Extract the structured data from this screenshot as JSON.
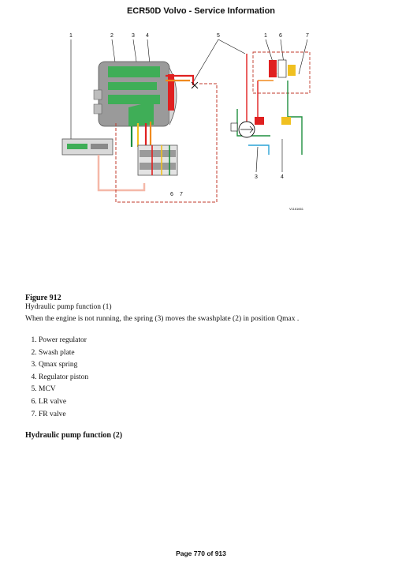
{
  "header": {
    "title": "ECR50D Volvo - Service Information"
  },
  "figure": {
    "callouts_top": [
      "1",
      "2",
      "3",
      "4",
      "5",
      "1",
      "6",
      "7"
    ],
    "callouts_bottom": [
      "6",
      "7",
      "3",
      "4"
    ],
    "image_code": "V1161661",
    "colors": {
      "pressure": "#e02020",
      "pilot": "#f08a1e",
      "load": "#1e8f3e",
      "drain": "#f5b8a8",
      "tank": "#2aa3d6"
    },
    "title": "Figure 912",
    "subtitle": "Hydraulic pump function (1)",
    "description": "When the engine is not running, the spring (3) moves the swashplate (2) in position Qmax ."
  },
  "legend_items": [
    "Power regulator",
    "Swash plate",
    "Qmax spring",
    "Regulator piston",
    "MCV",
    "LR valve",
    "FR valve"
  ],
  "next_section": "Hydraulic pump function (2)",
  "footer": {
    "page": "Page 770 of 913"
  }
}
